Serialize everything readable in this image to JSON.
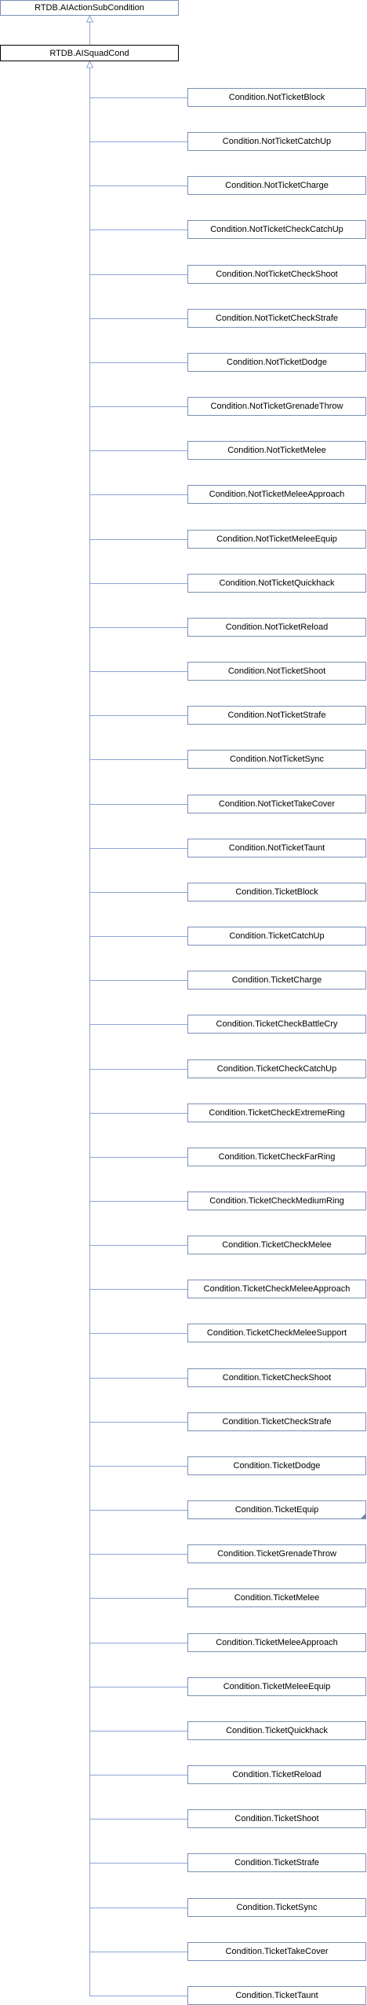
{
  "diagram": {
    "base_class": "RTDB.AIActionSubCondition",
    "current_class": "RTDB.AISquadCond",
    "line_color": "#8ea5d8",
    "box_border_color": "#7a8fb5",
    "children": [
      {
        "label": "Condition.NotTicketBlock"
      },
      {
        "label": "Condition.NotTicketCatchUp"
      },
      {
        "label": "Condition.NotTicketCharge"
      },
      {
        "label": "Condition.NotTicketCheckCatchUp"
      },
      {
        "label": "Condition.NotTicketCheckShoot"
      },
      {
        "label": "Condition.NotTicketCheckStrafe"
      },
      {
        "label": "Condition.NotTicketDodge"
      },
      {
        "label": "Condition.NotTicketGrenadeThrow"
      },
      {
        "label": "Condition.NotTicketMelee"
      },
      {
        "label": "Condition.NotTicketMeleeApproach"
      },
      {
        "label": "Condition.NotTicketMeleeEquip"
      },
      {
        "label": "Condition.NotTicketQuickhack"
      },
      {
        "label": "Condition.NotTicketReload"
      },
      {
        "label": "Condition.NotTicketShoot"
      },
      {
        "label": "Condition.NotTicketStrafe"
      },
      {
        "label": "Condition.NotTicketSync"
      },
      {
        "label": "Condition.NotTicketTakeCover"
      },
      {
        "label": "Condition.NotTicketTaunt"
      },
      {
        "label": "Condition.TicketBlock"
      },
      {
        "label": "Condition.TicketCatchUp"
      },
      {
        "label": "Condition.TicketCharge"
      },
      {
        "label": "Condition.TicketCheckBattleCry"
      },
      {
        "label": "Condition.TicketCheckCatchUp"
      },
      {
        "label": "Condition.TicketCheckExtremeRing"
      },
      {
        "label": "Condition.TicketCheckFarRing"
      },
      {
        "label": "Condition.TicketCheckMediumRing"
      },
      {
        "label": "Condition.TicketCheckMelee"
      },
      {
        "label": "Condition.TicketCheckMeleeApproach"
      },
      {
        "label": "Condition.TicketCheckMeleeSupport"
      },
      {
        "label": "Condition.TicketCheckShoot"
      },
      {
        "label": "Condition.TicketCheckStrafe"
      },
      {
        "label": "Condition.TicketDodge"
      },
      {
        "label": "Condition.TicketEquip",
        "has_more": true
      },
      {
        "label": "Condition.TicketGrenadeThrow"
      },
      {
        "label": "Condition.TicketMelee"
      },
      {
        "label": "Condition.TicketMeleeApproach"
      },
      {
        "label": "Condition.TicketMeleeEquip"
      },
      {
        "label": "Condition.TicketQuickhack"
      },
      {
        "label": "Condition.TicketReload"
      },
      {
        "label": "Condition.TicketShoot"
      },
      {
        "label": "Condition.TicketStrafe"
      },
      {
        "label": "Condition.TicketSync"
      },
      {
        "label": "Condition.TicketTakeCover"
      },
      {
        "label": "Condition.TicketTaunt"
      }
    ]
  }
}
